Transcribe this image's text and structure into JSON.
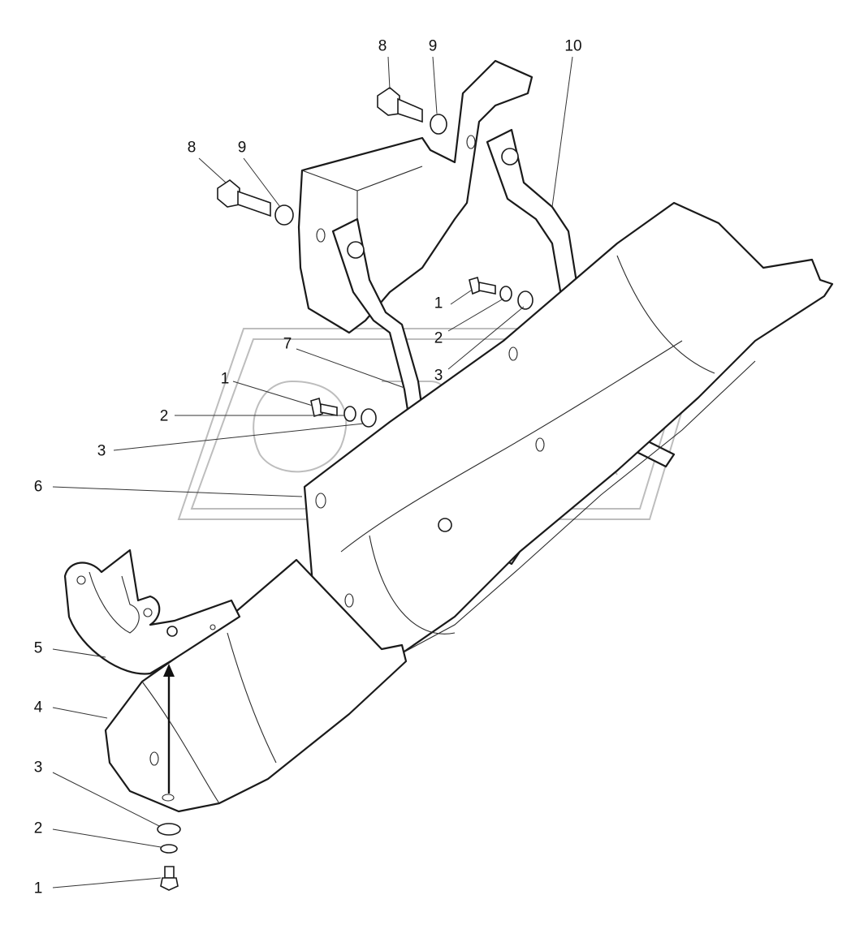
{
  "diagram": {
    "watermark_icon": "opex-logo-watermark",
    "callouts": {
      "c8a": "8",
      "c9a": "9",
      "c10": "10",
      "c8b": "8",
      "c9b": "9",
      "c1a": "1",
      "c2a": "2",
      "c3a": "3",
      "c7": "7",
      "c1b": "1",
      "c2b": "2",
      "c3b": "3",
      "c6": "6",
      "c5": "5",
      "c4": "4",
      "c3c": "3",
      "c2c": "2",
      "c1c": "1"
    }
  }
}
